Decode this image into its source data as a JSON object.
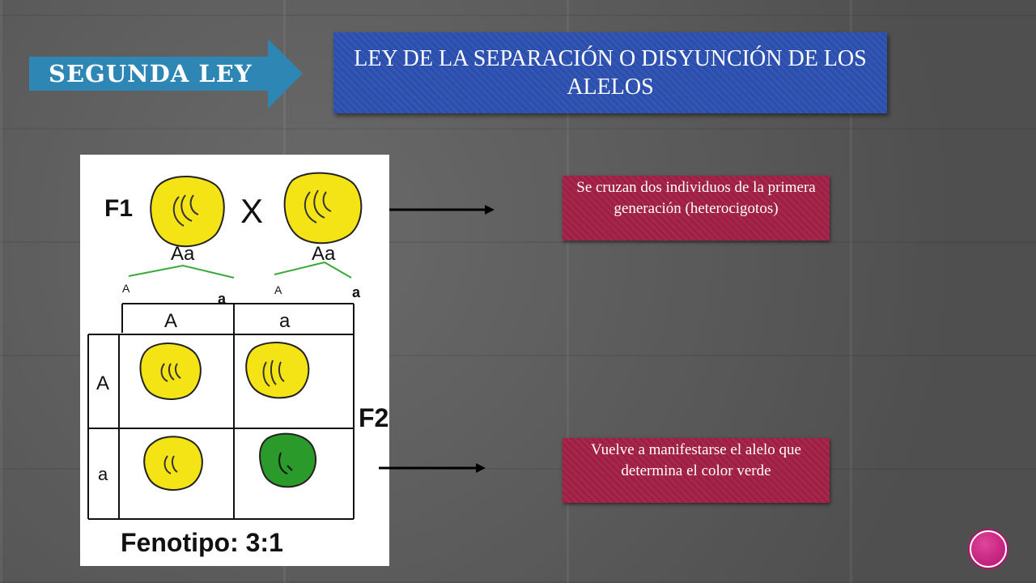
{
  "slide": {
    "title": "SEGUNDA LEY",
    "law": "LEY DE LA SEPARACIÓN O DISYUNCIÓN DE LOS ALELOS"
  },
  "diagram": {
    "f1_label": "F1",
    "cross_symbol": "X",
    "parent_left_genotype": "Aa",
    "parent_right_genotype": "Aa",
    "gametes_left": [
      "A",
      "a"
    ],
    "gametes_right": [
      "A",
      "a"
    ],
    "column_headers": [
      "A",
      "a"
    ],
    "row_headers": [
      "A",
      "a"
    ],
    "f2_label": "F2",
    "phenotype": "Fenotipo: 3:1",
    "cells": [
      {
        "row": 0,
        "col": 0,
        "color": "yellow"
      },
      {
        "row": 0,
        "col": 1,
        "color": "yellow"
      },
      {
        "row": 1,
        "col": 0,
        "color": "yellow"
      },
      {
        "row": 1,
        "col": 1,
        "color": "green"
      }
    ]
  },
  "notes": {
    "note_f1": "Se cruzan dos individuos de la primera generación (heterocigotos)",
    "note_f2": "Vuelve a manifestarse el alelo que determina el color verde"
  },
  "colors": {
    "title_arrow": "#2e86b4",
    "law_box": "#2b4fae",
    "note_box": "#a01f45",
    "seed_yellow": "#f4e416",
    "seed_green": "#2a9a2a"
  }
}
